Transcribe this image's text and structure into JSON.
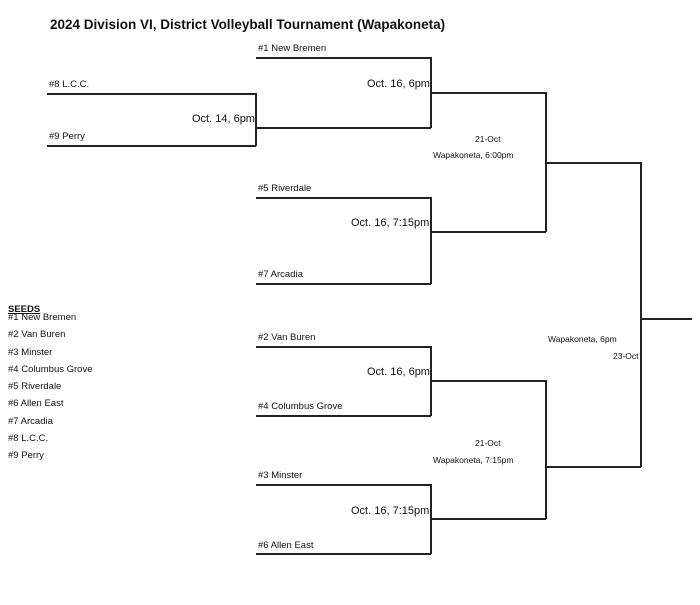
{
  "title": "2024 Division VI, District Volleyball Tournament (Wapakoneta)",
  "round1": {
    "team_top": "#8 L.C.C.",
    "team_bottom": "#9 Perry",
    "game_time": "Oct. 14, 6pm"
  },
  "quarterfinals": [
    {
      "team_top": "#1 New Bremen",
      "game_time": "Oct. 16, 6pm"
    },
    {
      "team_top": "#5 Riverdale",
      "team_bottom": "#7 Arcadia",
      "game_time": "Oct. 16, 7:15pm"
    },
    {
      "team_top": "#2 Van Buren",
      "team_bottom": "#4 Columbus Grove",
      "game_time": "Oct. 16, 6pm"
    },
    {
      "team_top": "#3 Minster",
      "team_bottom": "#6 Allen East",
      "game_time": "Oct. 16, 7:15pm"
    }
  ],
  "semifinals": [
    {
      "date": "21-Oct",
      "venue": "Wapakoneta, 6:00pm"
    },
    {
      "date": "21-Oct",
      "venue": "Wapakoneta, 7:15pm"
    }
  ],
  "final": {
    "venue": "Wapakoneta, 6pm",
    "date": "23-Oct"
  },
  "seeds": {
    "heading": "SEEDS",
    "items": [
      "#1 New Bremen",
      "#2 Van Buren",
      "#3 Minster",
      "#4 Columbus Grove",
      "#5 Riverdale",
      "#6 Allen East",
      "#7 Arcadia",
      "#8 L.C.C.",
      "#9 Perry"
    ]
  }
}
